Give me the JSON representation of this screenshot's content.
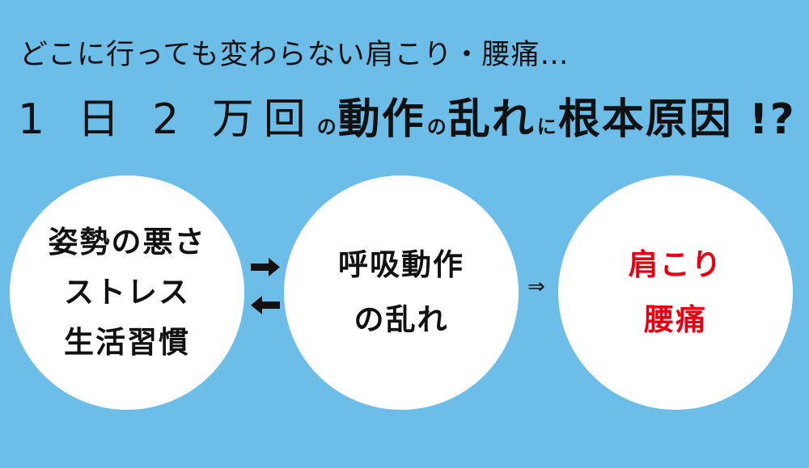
{
  "headline": "どこに行っても変わらない肩こり・腰痛…",
  "title": {
    "part1": "1 日 2 万回",
    "particle1": "の",
    "part2": "動作",
    "particle2": "の",
    "part3": "乱れ",
    "particle3": "に",
    "part4": "根本原因 !?"
  },
  "nodes": {
    "causes": [
      "姿勢の悪さ",
      "ストレス",
      "生活習慣"
    ],
    "breathing": [
      "呼吸動作",
      "の乱れ"
    ],
    "symptoms": [
      "肩こり",
      "腰痛"
    ]
  },
  "connectors": {
    "implies_symbol": "⇒"
  },
  "colors": {
    "background": "#6cbde8",
    "symptom_text": "#e60012"
  }
}
